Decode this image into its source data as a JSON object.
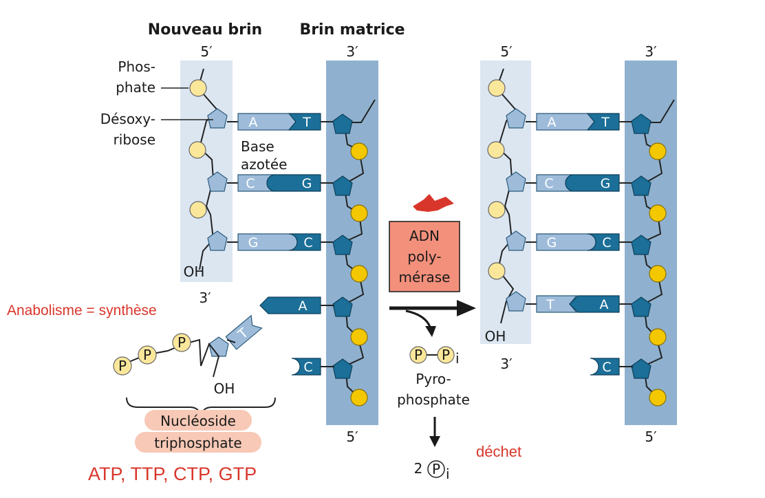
{
  "colors": {
    "light_strand_band": "#dbe6f1",
    "dark_strand_band": "#8fb1cf",
    "light_nucleotide": "#9ebcda",
    "dark_nucleotide": "#1b6f98",
    "phosphate": "#fbe79a",
    "matrix_phosphate": "#f4c800",
    "enzyme_box": "#f3907b",
    "red_annotation": "#d9362b",
    "highlight": "#f7c9b6"
  },
  "left": {
    "new_strand_title": "Nouveau brin",
    "template_strand_title": "Brin matrice",
    "new_top_end": "5′",
    "template_top_end": "3′",
    "new_bottom_end": "3′",
    "template_bottom_end": "5′",
    "oh_label": "OH",
    "phosphate_label_1": "Phos-",
    "phosphate_label_2": "phate",
    "deoxyribose_label_1": "Désoxy-",
    "deoxyribose_label_2": "ribose",
    "base_label_1": "Base",
    "base_label_2": "azotée",
    "pairs": [
      {
        "new": "A",
        "template": "T"
      },
      {
        "new": "C",
        "template": "G"
      },
      {
        "new": "G",
        "template": "C"
      }
    ],
    "incoming_template_base": "A",
    "incoming_nucleotide_base": "T",
    "unpaired_template_base": "C",
    "phosphate_symbol": "P",
    "incoming_oh": "OH",
    "nucleoside_label_1": "Nucléoside",
    "nucleoside_label_2": "triphosphate"
  },
  "middle": {
    "enzyme_line_1": "ADN",
    "enzyme_line_2": "poly-",
    "enzyme_line_3": "mérase",
    "pp_p1": "P",
    "pp_p2": "P",
    "pp_sub": "i",
    "pyro_label_1": "Pyro-",
    "pyro_label_2": "phosphate",
    "product_coefficient": "2",
    "product_symbol": "P",
    "product_sub": "i"
  },
  "right": {
    "new_top_end": "5′",
    "template_top_end": "3′",
    "new_bottom_end": "3′",
    "template_bottom_end": "5′",
    "oh_label": "OH",
    "pairs": [
      {
        "new": "A",
        "template": "T"
      },
      {
        "new": "C",
        "template": "G"
      },
      {
        "new": "G",
        "template": "C"
      },
      {
        "new": "T",
        "template": "A"
      }
    ],
    "unpaired_template_base": "C"
  },
  "annotations": {
    "anabolism": "Anabolisme = synthèse",
    "nucleotides": "ATP, TTP, CTP, GTP",
    "waste": "déchet"
  }
}
